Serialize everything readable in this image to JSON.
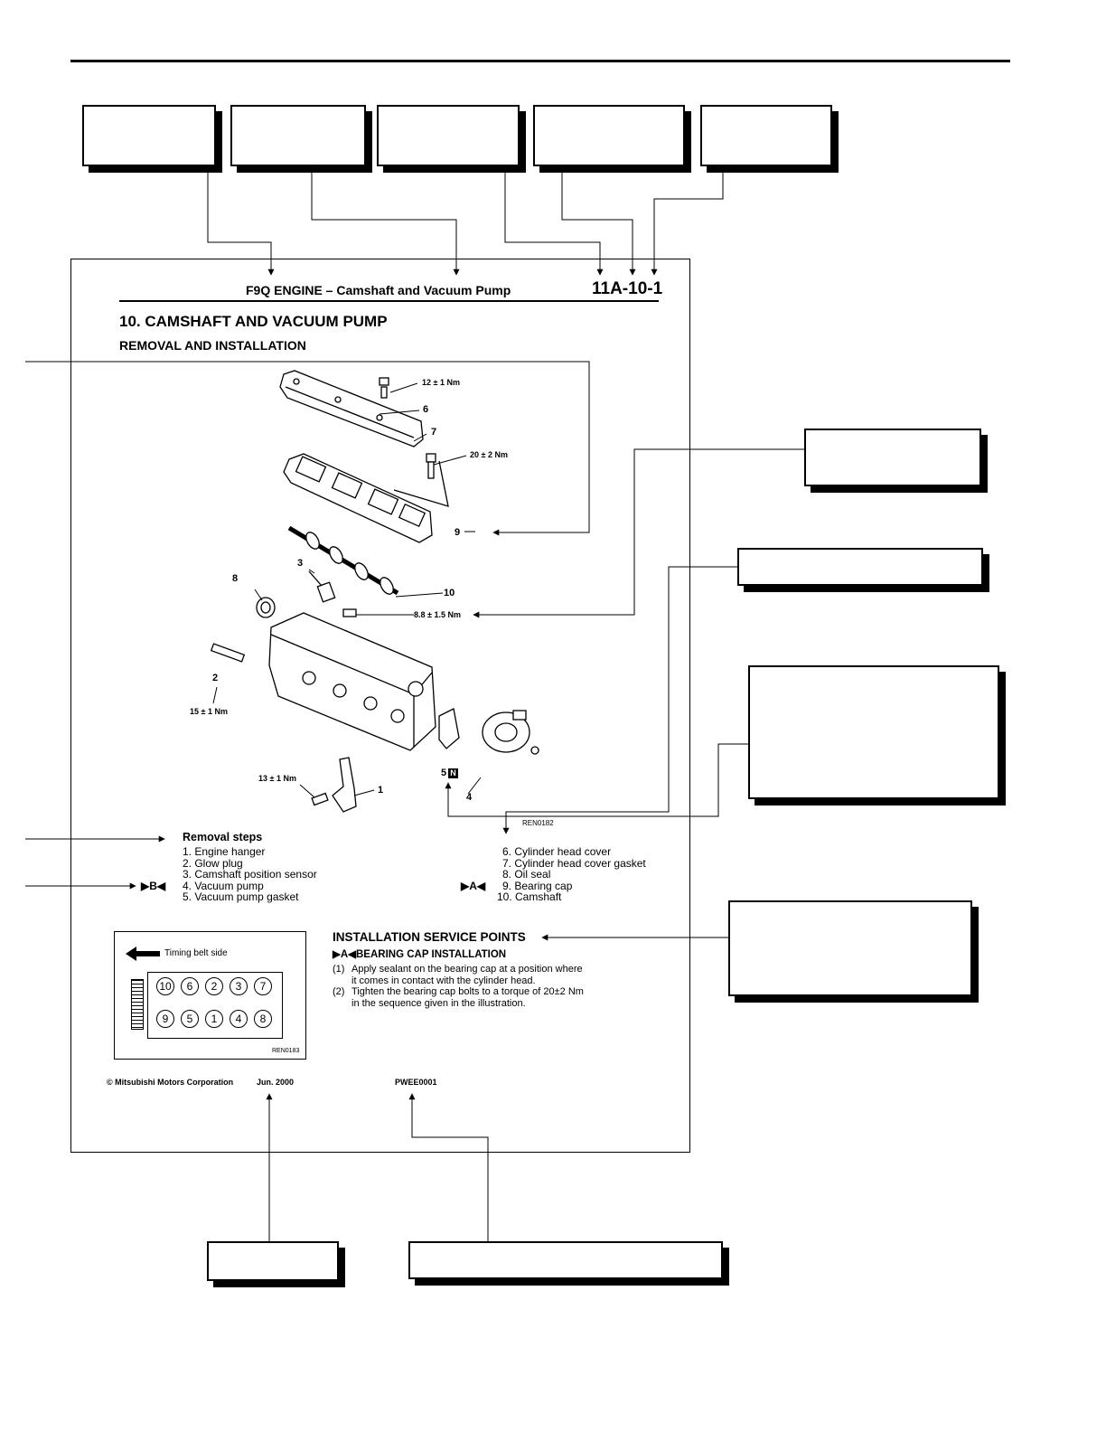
{
  "header": {
    "title": "F9Q ENGINE – Camshaft and Vacuum Pump",
    "page_number": "11A-10-1"
  },
  "section": {
    "title": "10. CAMSHAFT AND VACUUM PUMP",
    "subtitle": "REMOVAL AND INSTALLATION"
  },
  "diagram": {
    "labels": {
      "torque_cover": "12 ± 1 Nm",
      "torque_bearing_cap": "20 ± 2 Nm",
      "torque_sensor": "8.8 ± 1.5 Nm",
      "torque_glow": "15 ± 1 Nm",
      "torque_hanger": "13 ± 1 Nm",
      "n1": "1",
      "n2": "2",
      "n3": "3",
      "n4": "4",
      "n5": "5",
      "n6": "6",
      "n7": "7",
      "n8": "8",
      "n9": "9",
      "n10": "10",
      "n_mark": "N",
      "figure_code": "REN0182"
    }
  },
  "removal": {
    "heading": "Removal steps",
    "left": [
      {
        "mark": "",
        "text": "1. Engine hanger"
      },
      {
        "mark": "",
        "text": "2. Glow plug"
      },
      {
        "mark": "",
        "text": "3. Camshaft position sensor"
      },
      {
        "mark": "▶B◀",
        "text": "4. Vacuum pump"
      },
      {
        "mark": "",
        "text": "5. Vacuum pump gasket"
      }
    ],
    "right": [
      {
        "mark": "",
        "text": "6. Cylinder head cover"
      },
      {
        "mark": "",
        "text": "7. Cylinder head cover gasket"
      },
      {
        "mark": "",
        "text": "8. Oil seal"
      },
      {
        "mark": "▶A◀",
        "text": "9. Bearing cap"
      },
      {
        "mark": "",
        "text": "10. Camshaft"
      }
    ]
  },
  "sequence": {
    "label": "Timing belt side",
    "top_row": [
      "10",
      "6",
      "2",
      "3",
      "7"
    ],
    "bottom_row": [
      "9",
      "5",
      "1",
      "4",
      "8"
    ],
    "figure_code": "REN0183"
  },
  "install": {
    "heading": "INSTALLATION SERVICE POINTS",
    "sub_mark": "▶A◀",
    "sub_heading": "BEARING CAP INSTALLATION",
    "points": [
      {
        "num": "(1)",
        "line1": "Apply sealant on the bearing cap at a position where",
        "line2": "it comes in contact with the cylinder head."
      },
      {
        "num": "(2)",
        "line1": "Tighten the bearing cap bolts to a torque of 20±2 Nm",
        "line2": "in the sequence given in the illustration."
      }
    ]
  },
  "footer": {
    "copyright": "© Mitsubishi Motors Corporation",
    "date": "Jun. 2000",
    "code": "PWEE0001"
  }
}
